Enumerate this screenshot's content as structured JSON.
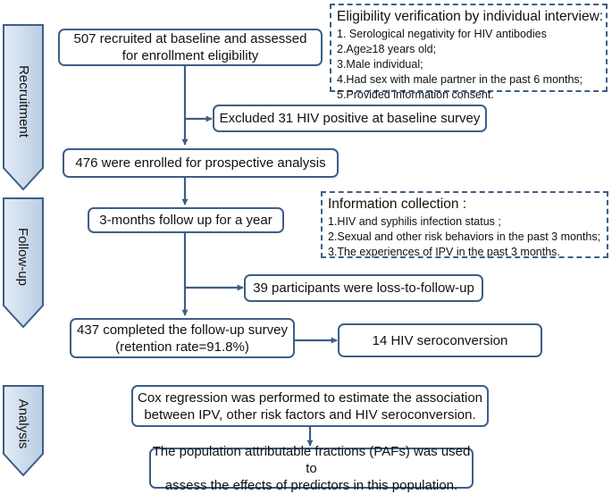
{
  "phases": {
    "recruitment": "Recruitment",
    "followup": "Follow-up",
    "analysis": "Analysis"
  },
  "boxes": {
    "recruited": [
      "507 recruited at baseline and assessed",
      "for enrollment eligibility"
    ],
    "excluded": "Excluded 31 HIV positive at baseline survey",
    "enrolled": "476 were enrolled for prospective analysis",
    "followup": "3-months follow up for a year",
    "lost": "39 participants were loss-to-follow-up",
    "completed": [
      "437 completed the follow-up survey",
      "(retention rate=91.8%)"
    ],
    "seroconversion": "14 HIV seroconversion",
    "cox": [
      "Cox regression was performed to estimate the association",
      "between IPV, other risk factors and HIV seroconversion."
    ],
    "paf": [
      "The population attributable fractions (PAFs) was used to",
      "assess the effects of predictors in this population."
    ]
  },
  "eligibility": {
    "title": "Eligibility verification by individual interview:",
    "items": [
      "1. Serological negativity for HIV antibodies",
      "2.Age≥18 years old;",
      "3.Male individual;",
      "4.Had sex with male partner in the past 6 months;",
      "5.Provided information consent."
    ]
  },
  "information": {
    "title": "Information collection :",
    "items": [
      "1.HIV and syphilis infection status ;",
      "2.Sexual and other risk behaviors in the past 3 months;",
      "3.The experiences of IPV in the past 3 months."
    ]
  },
  "colors": {
    "line": "#3d5f86",
    "arrow_fill_top": "#dde7f3",
    "arrow_fill_bottom": "#b7cbe3"
  }
}
